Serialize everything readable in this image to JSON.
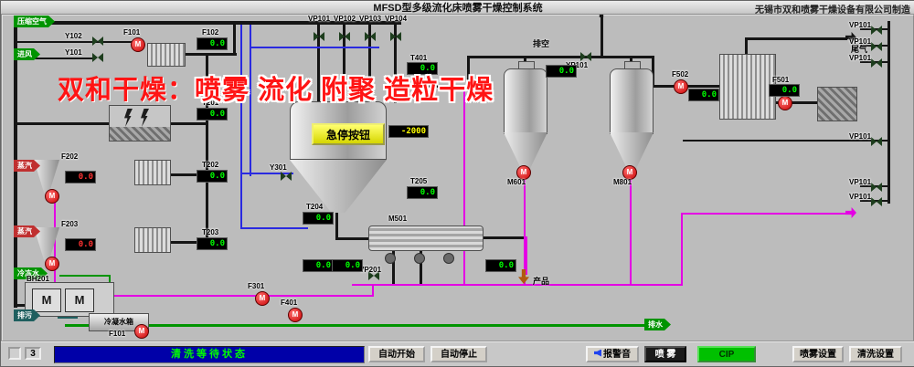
{
  "title_bar": {
    "title": "MFSD型多级流化床喷雾干燥控制系统",
    "manufacturer": "无锡市双和喷雾干燥设备有限公司制造"
  },
  "watermark": {
    "brand": "双和干燥：",
    "slogan": "喷雾 流化 附聚 造粒干燥"
  },
  "glyphs": {
    "pump": "M"
  },
  "inlets": [
    {
      "label": "压缩空气"
    },
    {
      "label": "进风"
    },
    {
      "label": "蒸汽"
    },
    {
      "label": "蒸汽"
    },
    {
      "label": "冷冻水"
    },
    {
      "label": "排污"
    }
  ],
  "outlets": {
    "vent": "排空",
    "tail_gas": "尾气",
    "product": "产品",
    "drain": "排水"
  },
  "tags": [
    "Y102",
    "Y101",
    "F101",
    "F102",
    "T201",
    "VP101",
    "VP102",
    "VP103",
    "VP104",
    "YP101",
    "T401",
    "Y301",
    "T202",
    "F202",
    "T203",
    "F203",
    "T204",
    "T205",
    "M501",
    "VP201",
    "BH201",
    "F101",
    "M601",
    "M801",
    "F502",
    "F501",
    "VP101",
    "VP101",
    "VP101",
    "VP101",
    "VP101",
    "VP101",
    "F301",
    "F401"
  ],
  "displays": [
    {
      "tag": "F102",
      "value": "0.0"
    },
    {
      "tag": "T201",
      "value": "0.0"
    },
    {
      "tag": "F202",
      "value": "0.0"
    },
    {
      "tag": "T202",
      "value": "0.0"
    },
    {
      "tag": "F203",
      "value": "0.0"
    },
    {
      "tag": "T203",
      "value": "0.0"
    },
    {
      "tag": "T204",
      "value": "0.0"
    },
    {
      "tag": "T401",
      "value": "0.0"
    },
    {
      "tag": "T205",
      "value": "0.0"
    },
    {
      "tag": "chamber_pressure",
      "value": "-2000"
    },
    {
      "tag": "fluid_bed_1",
      "value": "0.0"
    },
    {
      "tag": "fluid_bed_2",
      "value": "0.0"
    },
    {
      "tag": "discharge",
      "value": "0.0"
    },
    {
      "tag": "F502",
      "value": "0.0"
    },
    {
      "tag": "F501",
      "value": "0.0"
    },
    {
      "tag": "hopper",
      "value": "0.0"
    }
  ],
  "equipment": {
    "emergency_stop": "急停按钮",
    "condensate_tank": "冷凝水箱"
  },
  "bottom_bar": {
    "page": "3",
    "status": "清洗等待状态",
    "buttons": {
      "auto_start": "自动开始",
      "auto_stop": "自动停止",
      "mute": "报警音",
      "spray": "喷 雾",
      "cip": "CIP",
      "spray_settings": "喷雾设置",
      "clean_settings": "清洗设置"
    }
  },
  "colors": {
    "pipe_black": "#151515",
    "pipe_magenta": "#e400e4",
    "pipe_blue": "#2a2ae0",
    "pipe_green": "#009400",
    "display_green": "#00ff00",
    "display_red": "#ff3232",
    "display_yellow": "#ffff00",
    "status_bg": "#0000a8",
    "status_text": "#00ff00",
    "cip_green": "#00c000",
    "watermark_red": "#ff1414",
    "estop_yellow": "#e8e800"
  }
}
